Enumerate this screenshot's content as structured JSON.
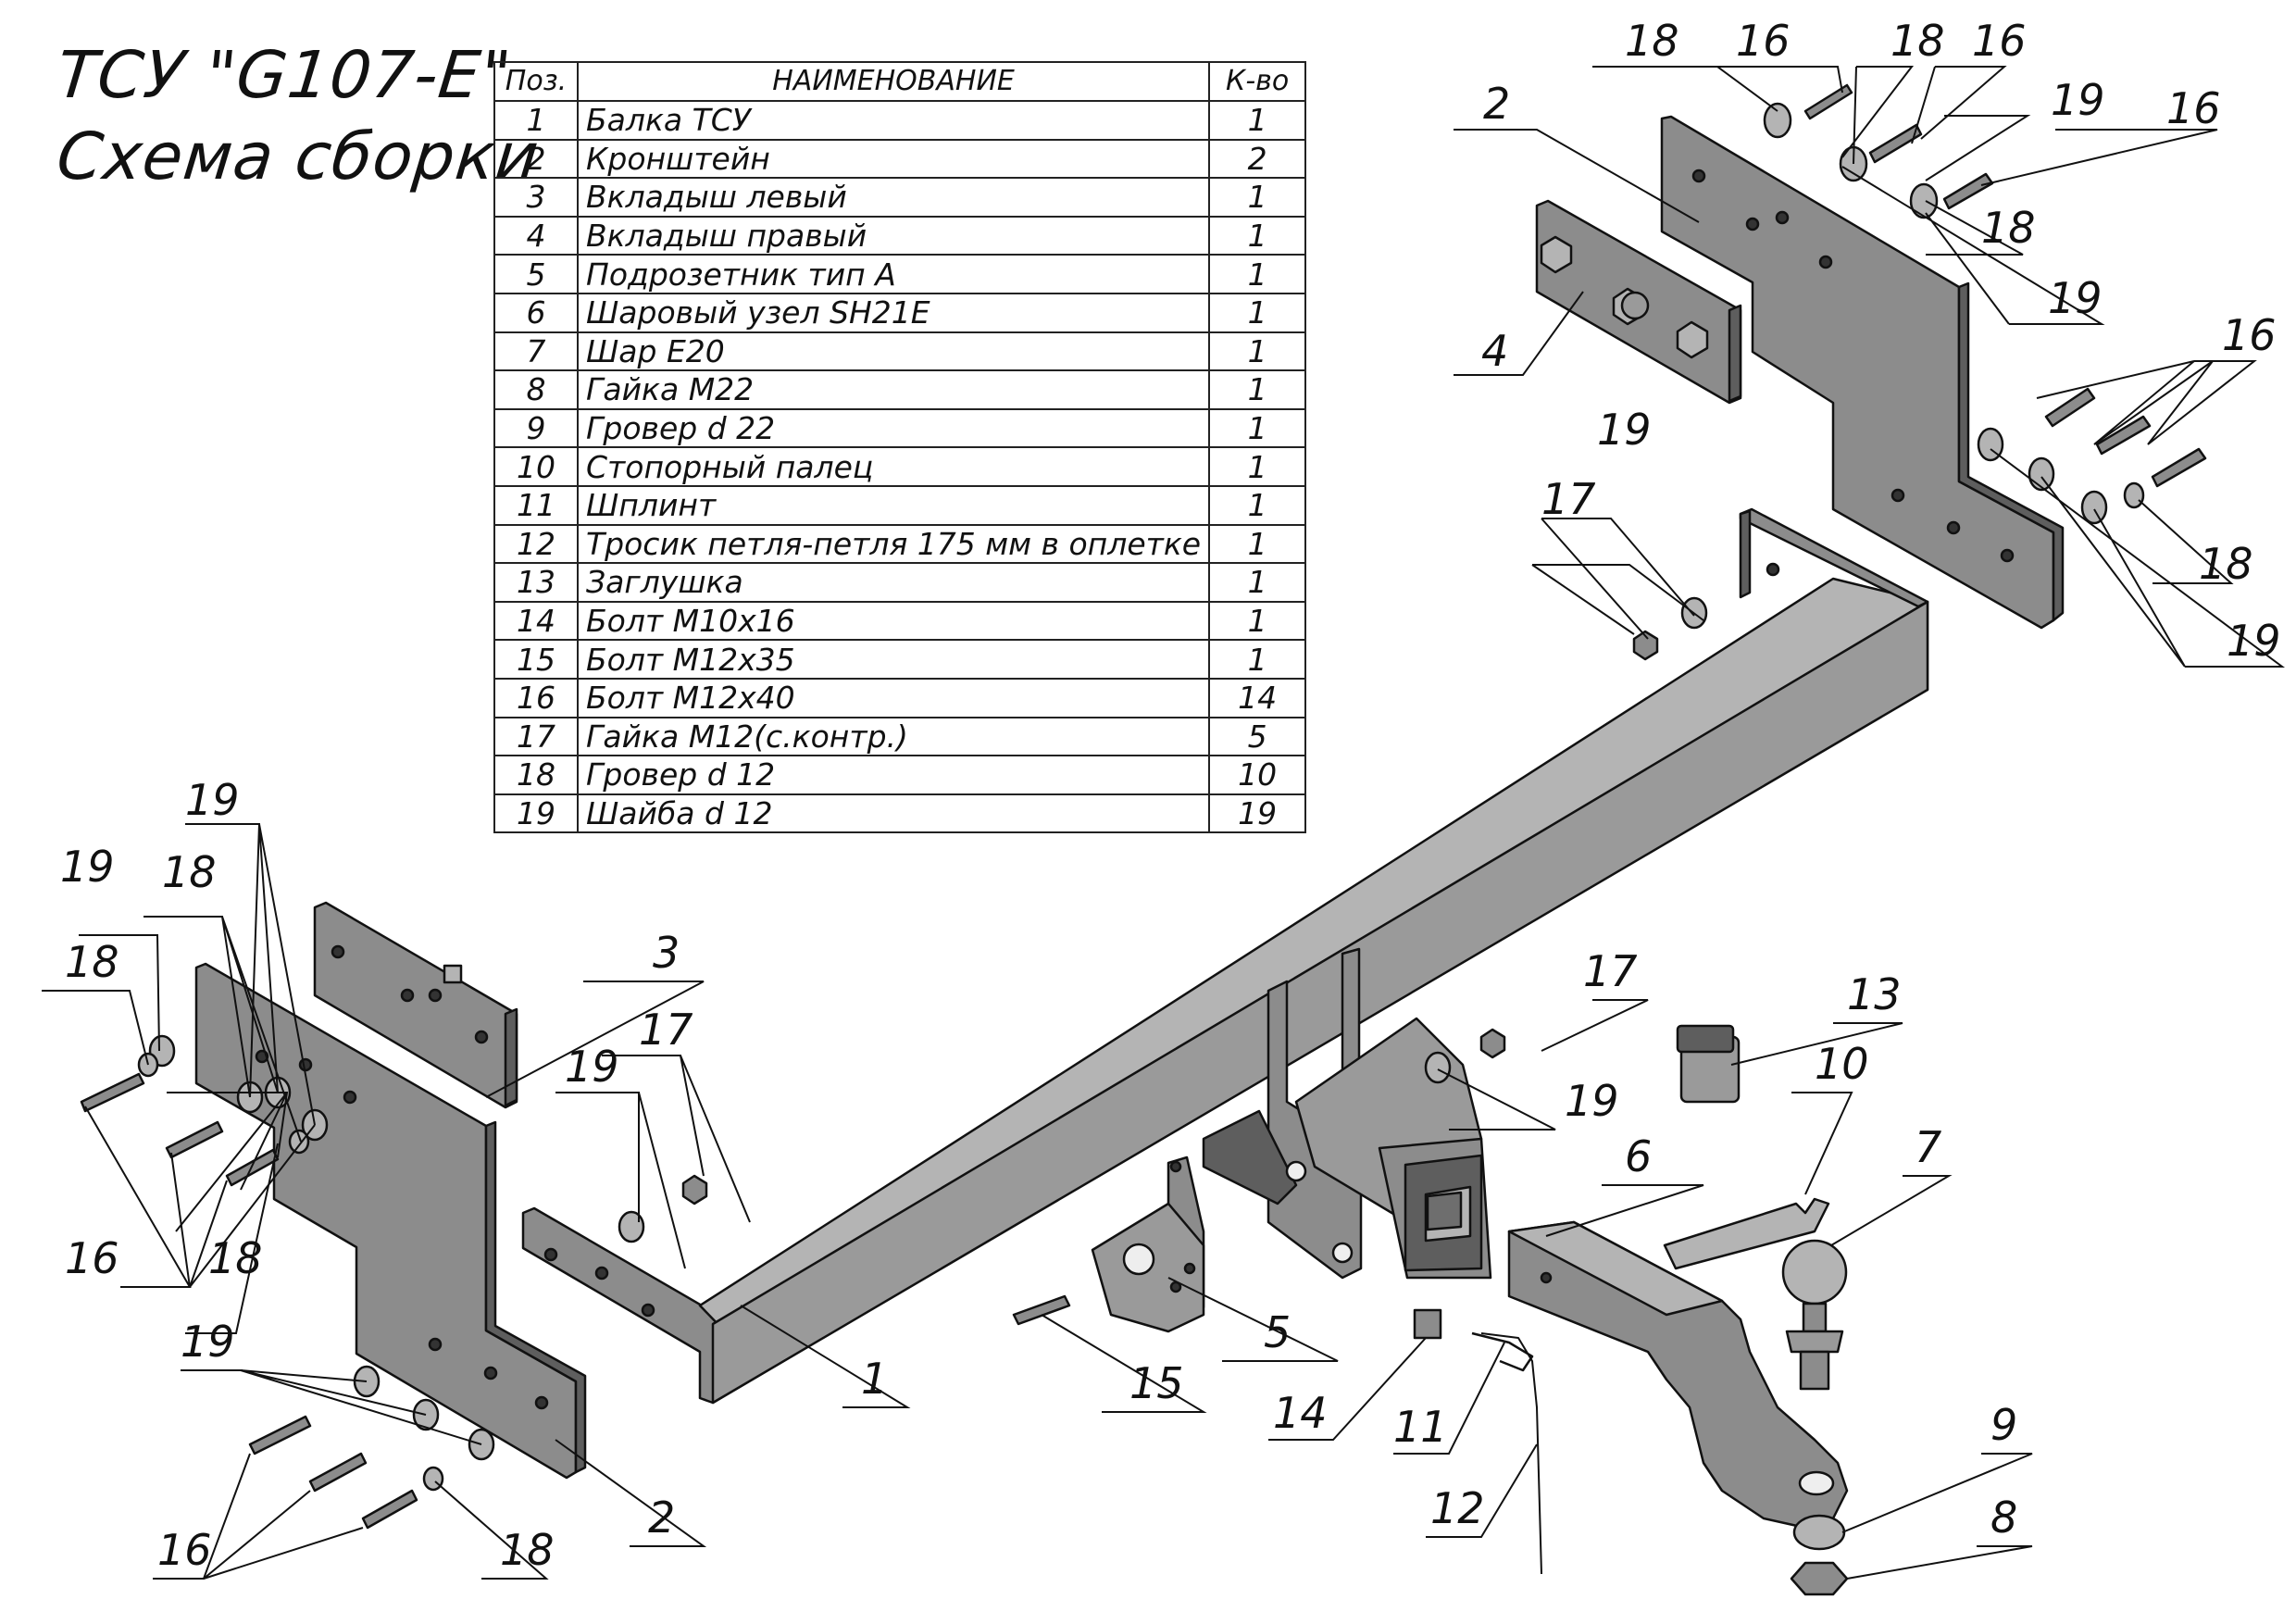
{
  "title": {
    "line1": "ТСУ \"G107-E\"",
    "line2": "Схема сборки"
  },
  "table": {
    "headers": {
      "pos": "Поз.",
      "name": "НАИМЕНОВАНИЕ",
      "qty": "К-во"
    },
    "rows": [
      {
        "pos": "1",
        "name": "Балка ТСУ",
        "qty": "1"
      },
      {
        "pos": "2",
        "name": "Кронштейн",
        "qty": "2"
      },
      {
        "pos": "3",
        "name": "Вкладыш левый",
        "qty": "1"
      },
      {
        "pos": "4",
        "name": "Вкладыш правый",
        "qty": "1"
      },
      {
        "pos": "5",
        "name": "Подрозетник тип А",
        "qty": "1"
      },
      {
        "pos": "6",
        "name": "Шаровый узел SH21E",
        "qty": "1"
      },
      {
        "pos": "7",
        "name": "Шар Е20",
        "qty": "1"
      },
      {
        "pos": "8",
        "name": "Гайка М22",
        "qty": "1"
      },
      {
        "pos": "9",
        "name": "Гровер d 22",
        "qty": "1"
      },
      {
        "pos": "10",
        "name": "Стопорный палец",
        "qty": "1"
      },
      {
        "pos": "11",
        "name": "Шплинт",
        "qty": "1"
      },
      {
        "pos": "12",
        "name": "Тросик петля-петля 175 мм в оплетке",
        "qty": "1"
      },
      {
        "pos": "13",
        "name": "Заглушка",
        "qty": "1"
      },
      {
        "pos": "14",
        "name": "Болт М10х16",
        "qty": "1"
      },
      {
        "pos": "15",
        "name": "Болт М12х35",
        "qty": "1"
      },
      {
        "pos": "16",
        "name": "Болт М12х40",
        "qty": "14"
      },
      {
        "pos": "17",
        "name": "Гайка М12(с.контр.)",
        "qty": "5"
      },
      {
        "pos": "18",
        "name": "Гровер d 12",
        "qty": "10"
      },
      {
        "pos": "19",
        "name": "Шайба d 12",
        "qty": "19"
      }
    ]
  },
  "callouts": [
    "18",
    "16",
    "18",
    "16",
    "19",
    "16",
    "2",
    "18",
    "19",
    "4",
    "16",
    "19",
    "17",
    "18",
    "19",
    "19",
    "18",
    "19",
    "18",
    "3",
    "17",
    "19",
    "16",
    "18",
    "17",
    "19",
    "13",
    "10",
    "6",
    "7",
    "19",
    "1",
    "5",
    "15",
    "2",
    "16",
    "18",
    "14",
    "11",
    "12",
    "9",
    "8"
  ],
  "colors": {
    "part_fill": "#8c8c8c",
    "part_dark": "#5e5e5e",
    "part_light": "#b4b4b4",
    "line": "#111111"
  }
}
